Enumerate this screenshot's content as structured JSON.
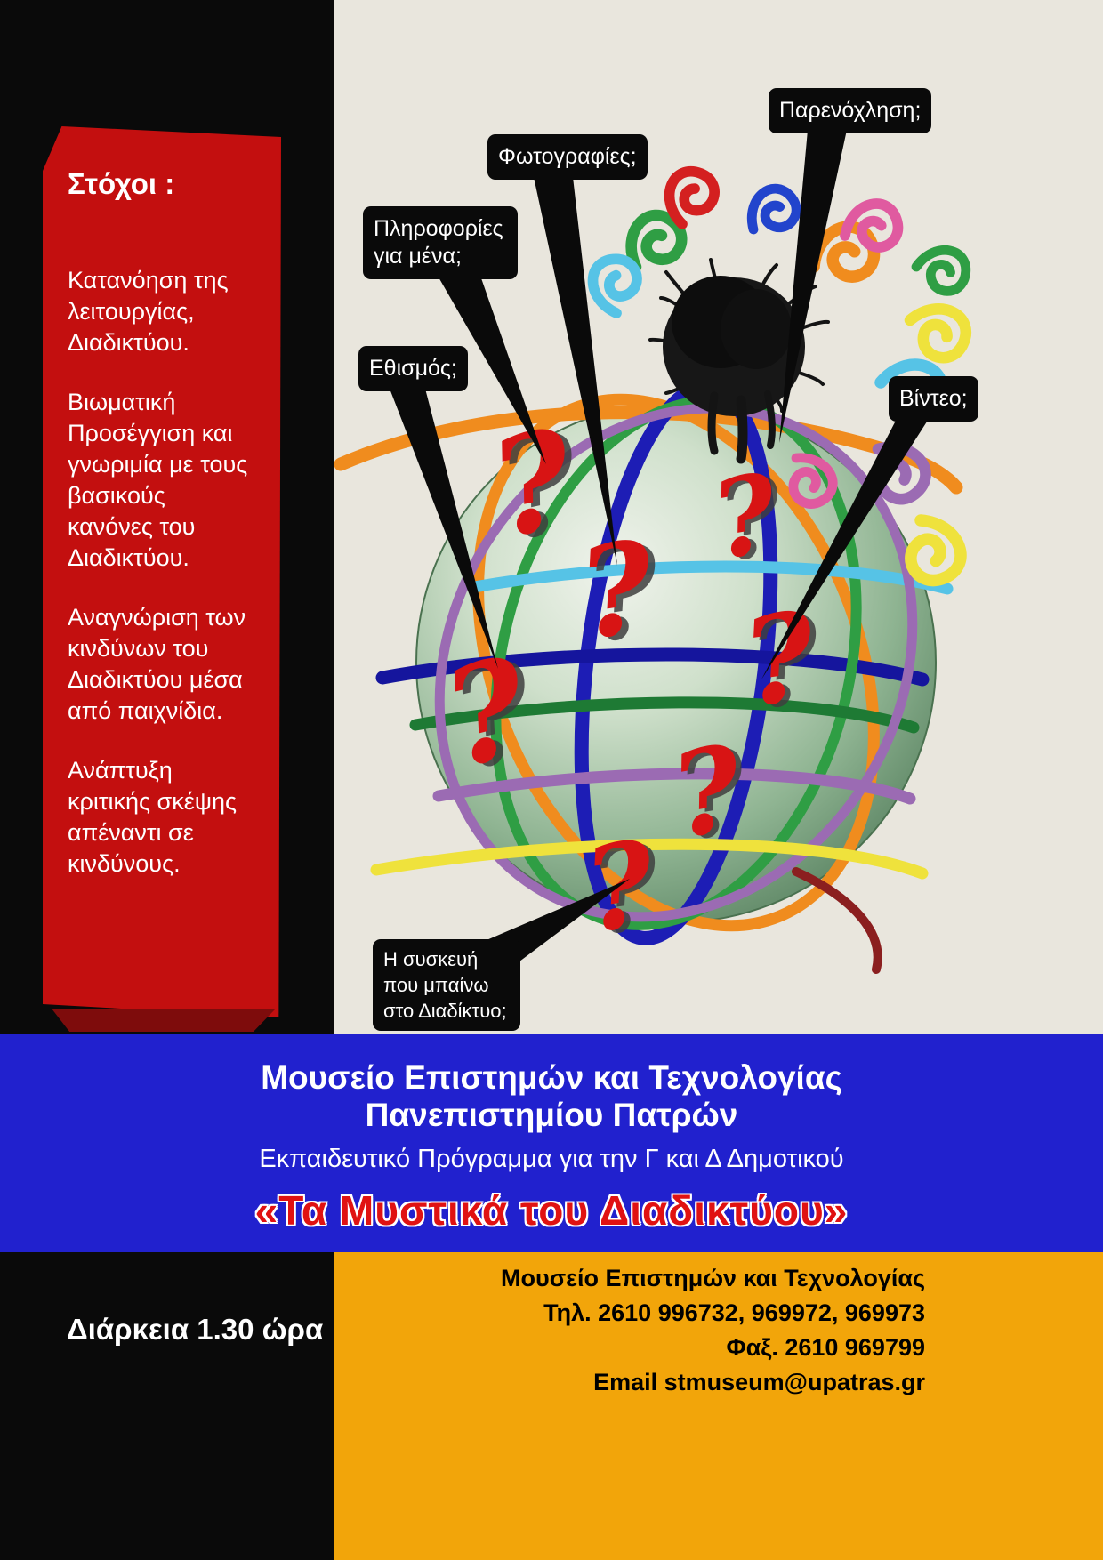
{
  "goals": {
    "heading": "Στόχοι :",
    "items": [
      "Κατανόηση της λειτουργίας, Διαδικτύου.",
      "Βιωματική Προσέγγιση και γνωριμία με τους βασικούς κανόνες του Διαδικτύου.",
      "Αναγνώριση των  κινδύνων του Διαδικτύου μέσα από παιχνίδια.",
      "Ανάπτυξη κριτικής σκέψης απέναντι σε κινδύνους."
    ]
  },
  "callouts": [
    {
      "label": "Παρενόχληση;"
    },
    {
      "label": "Φωτογραφίες;"
    },
    {
      "label": "Πληροφορίες για μένα;"
    },
    {
      "label": "Εθισμός;"
    },
    {
      "label": "Βίντεο;"
    },
    {
      "label": "Η συσκευή που μπαίνω  στο Διαδίκτυο;"
    }
  ],
  "qmark": {
    "glyph": "?"
  },
  "banner": {
    "line1": "Μουσείο  Επιστημών και Τεχνολογίας",
    "line2": "Πανεπιστημίου Πατρών",
    "subtitle": "Εκπαιδευτικό Πρόγραμμα για την Γ και Δ Δημοτικού",
    "title": "«Τα Μυστικά του Διαδικτύου»"
  },
  "footer": {
    "duration": "Διάρκεια  1.30 ώρα",
    "contact": [
      "Μουσείο Επιστημών και Τεχνολογίας",
      "Τηλ. 2610 996732, 969972, 969973",
      "Φαξ. 2610 969799",
      "Email stmuseum@upatras.gr"
    ]
  },
  "colors": {
    "ribbon_red": "#c30f0f",
    "band_blue": "#2121ce",
    "footer_orange": "#f2a50a",
    "title_red": "#e01212",
    "question_red": "#d81414",
    "beige": "#e9e6dd",
    "black": "#0a0a0a"
  }
}
